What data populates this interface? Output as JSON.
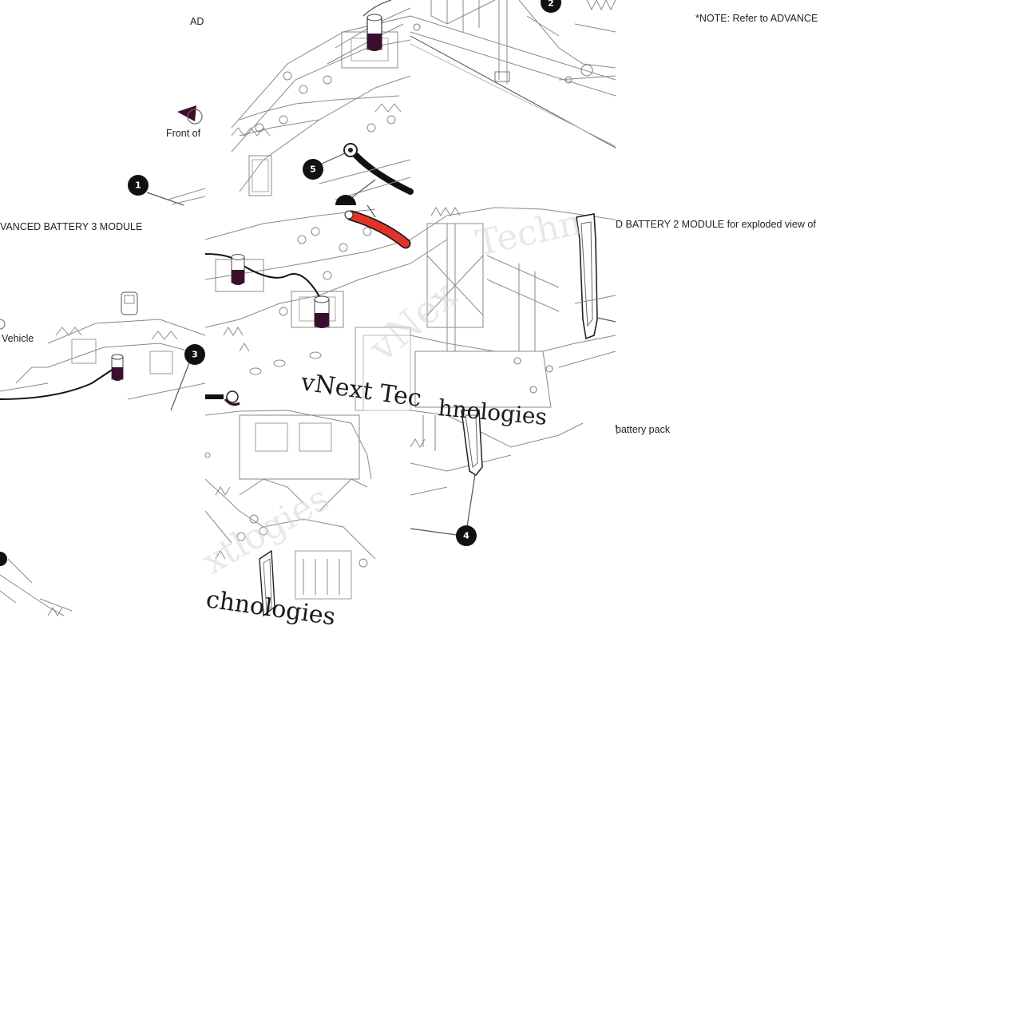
{
  "text_fragments": {
    "ad": "AD",
    "note_refer": "*NOTE: Refer to ADVANCE",
    "front_of": "Front of",
    "advanced_battery_3": "VANCED BATTERY 3 MODULE",
    "battery_2_exploded": "D BATTERY 2 MODULE for exploded view of",
    "vehicle": "Vehicle",
    "battery_pack": "battery pack"
  },
  "callouts": {
    "c1": "1",
    "c2": "2",
    "c3": "3",
    "c4": "4",
    "c5": "5"
  },
  "watermark": {
    "w1": "vNext Tec",
    "w2": "hnologies",
    "w3": "chnologies"
  },
  "colors": {
    "cable_highlight": "#e0342b",
    "terminal_purple": "#3a0f2e",
    "cable_black": "#111111"
  }
}
